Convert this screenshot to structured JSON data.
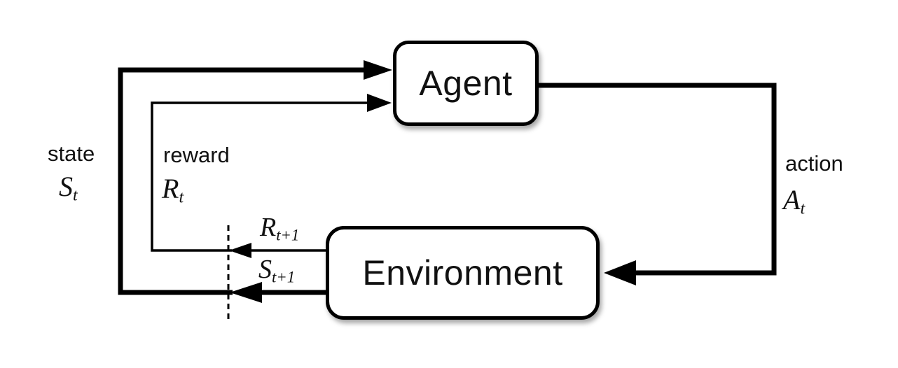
{
  "boxes": {
    "agent": "Agent",
    "environment": "Environment"
  },
  "labels": {
    "state": {
      "word": "state",
      "sym": "S",
      "sub": "t"
    },
    "reward": {
      "word": "reward",
      "sym": "R",
      "sub": "t"
    },
    "action": {
      "word": "action",
      "sym": "A",
      "sub": "t"
    },
    "next_reward": {
      "sym": "R",
      "sub": "t+1"
    },
    "next_state": {
      "sym": "S",
      "sub": "t+1"
    }
  },
  "colors": {
    "ink": "#000000",
    "background": "#ffffff"
  }
}
